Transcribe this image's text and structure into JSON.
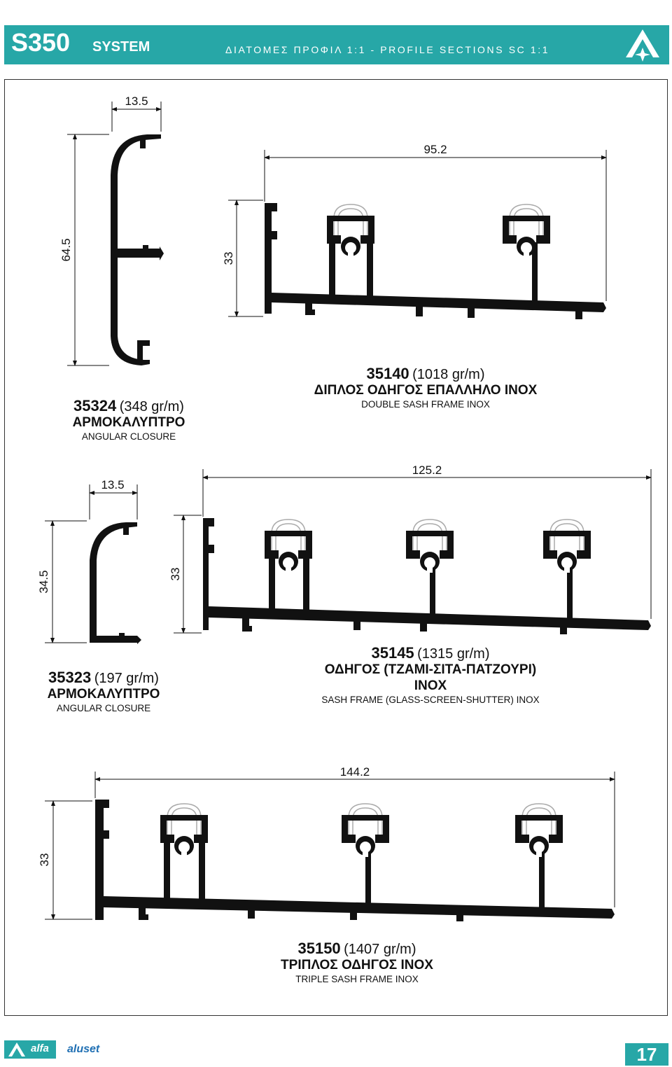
{
  "header": {
    "series": "S350",
    "system": "SYSTEM",
    "subtitle": "ΔΙΑΤΟΜΕΣ ΠΡΟΦΙΛ 1:1 - PROFILE SECTIONS SC 1:1",
    "logo_icon": "alfa-triangle-logo-icon"
  },
  "profiles": [
    {
      "code": "35324",
      "weight": "(348 gr/m)",
      "name_gr": "ΑΡΜΟΚΑΛΥΠΤΡΟ",
      "name_en": "ANGULAR CLOSURE",
      "dim_width": "13.5",
      "dim_height": "64.5"
    },
    {
      "code": "35140",
      "weight": "(1018 gr/m)",
      "name_gr": "ΔΙΠΛΟΣ ΟΔΗΓΟΣ ΕΠΑΛΛΗΛΟ ΙΝΟΧ",
      "name_en": "DOUBLE SASH FRAME INOX",
      "dim_width": "95.2",
      "dim_height": "33"
    },
    {
      "code": "35323",
      "weight": "(197 gr/m)",
      "name_gr": "ΑΡΜΟΚΑΛΥΠΤΡΟ",
      "name_en": "ANGULAR CLOSURE",
      "dim_width": "13.5",
      "dim_height": "34.5"
    },
    {
      "code": "35145",
      "weight": "(1315 gr/m)",
      "name_gr": "ΟΔΗΓΟΣ (ΤΖΑΜΙ-ΣΙΤΑ-ΠΑΤΖΟΥΡΙ)",
      "name_gr2": "ΙΝΟΧ",
      "name_en": "SASH FRAME (GLASS-SCREEN-SHUTTER) INOX",
      "dim_width": "125.2",
      "dim_height": "33"
    },
    {
      "code": "35150",
      "weight": "(1407 gr/m)",
      "name_gr": "ΤΡΙΠΛΟΣ ΟΔΗΓΟΣ ΙΝΟΧ",
      "name_en": "TRIPLE SASH FRAME INOX",
      "dim_width": "144.2",
      "dim_height": "33"
    }
  ],
  "footer": {
    "logo_text": "alfa",
    "brand": "aluset",
    "page": "17"
  },
  "colors": {
    "accent": "#27a7a7",
    "brand_blue": "#1f6fb3",
    "profile": "#111111"
  }
}
